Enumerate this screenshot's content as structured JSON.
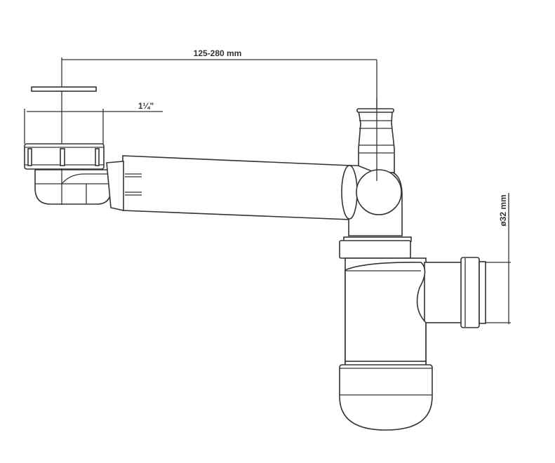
{
  "drawing": {
    "title": "Sink siphon with extendable arm - technical drawing",
    "dimensions": {
      "arm_length": "125-280 mm",
      "inlet_size": "1¼\"",
      "outlet_diameter": "ø32 mm"
    }
  }
}
